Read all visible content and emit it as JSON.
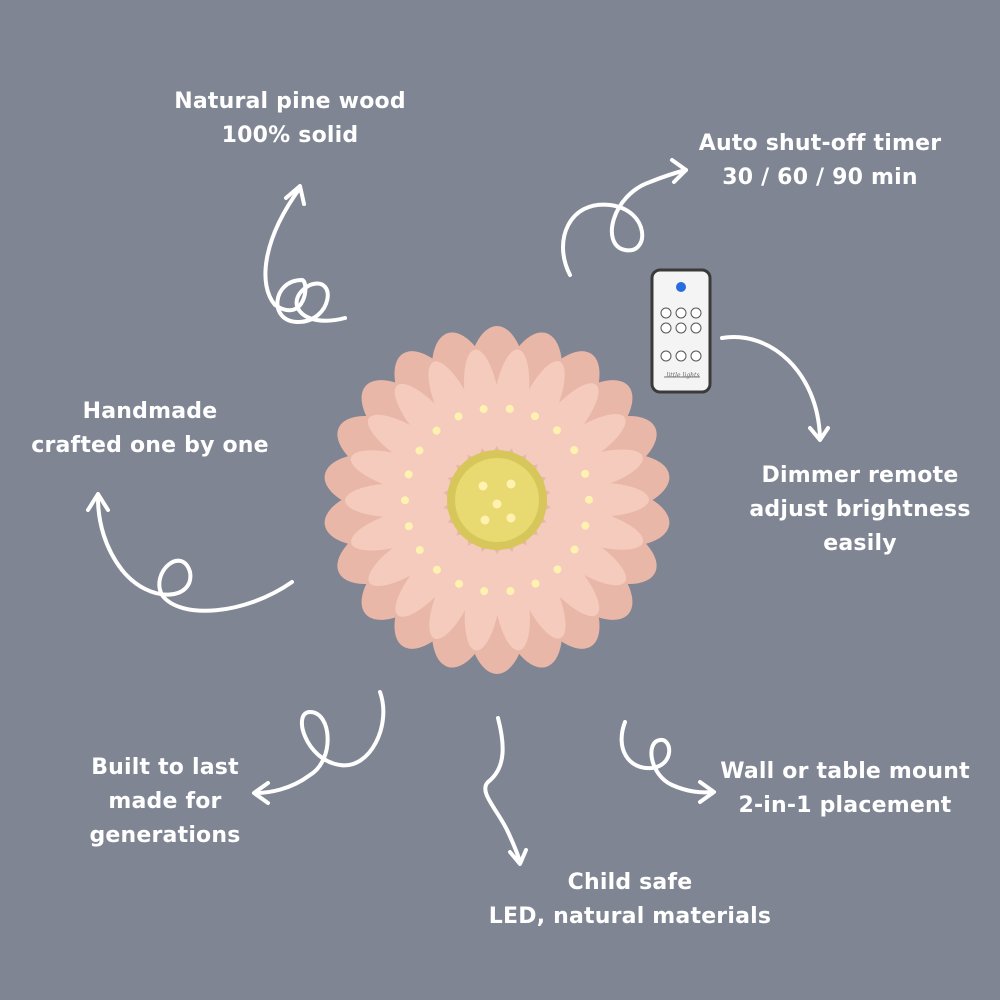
{
  "features": {
    "wood": {
      "line1": "Natural pine wood",
      "line2": "100% solid"
    },
    "timer": {
      "line1": "Auto shut-off timer",
      "line2": "30 / 60 / 90 min"
    },
    "handmade": {
      "line1": "Handmade",
      "line2": "crafted one by one"
    },
    "dimmer": {
      "line1": "Dimmer remote",
      "line2": "adjust brightness",
      "line3": "easily"
    },
    "built": {
      "line1": "Built to last",
      "line2": "made for",
      "line3": "generations"
    },
    "mount": {
      "line1": "Wall or table mount",
      "line2": "2-in-1 placement"
    },
    "safe": {
      "line1": "Child safe",
      "line2": "LED, natural materials"
    }
  },
  "remote": {
    "brand": "little lights"
  },
  "colors": {
    "background": "#7f8592",
    "petal": "#e9b7a8",
    "petal_inner": "#f4cbbd",
    "center": "#e8d971",
    "led": "#fff2b0",
    "text": "#ffffff"
  },
  "icons": [
    "curly-arrow-icon",
    "power-icon",
    "daisy-lamp-product",
    "remote-control-product"
  ]
}
